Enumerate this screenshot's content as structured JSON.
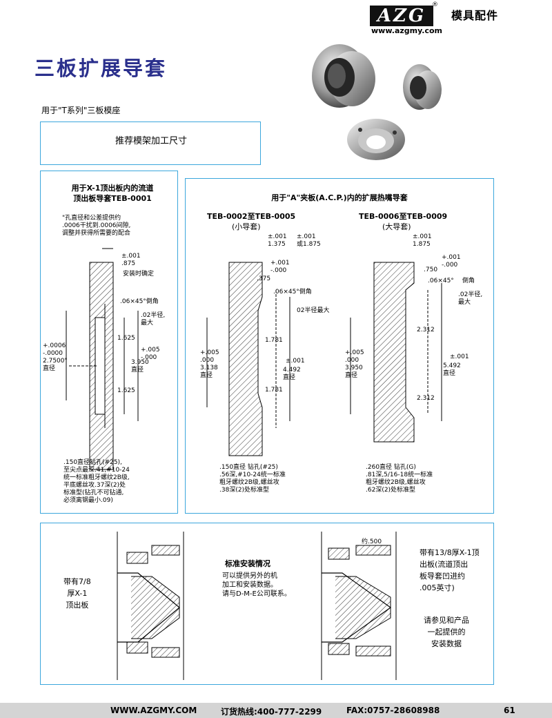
{
  "header": {
    "logo_text": "AZG",
    "registered": "®",
    "brand": "模具配件",
    "url": "www.azgmy.com"
  },
  "page_title": "三板扩展导套",
  "subtitle": "用于\"T系列\"三板模座",
  "recommend_box": "推荐模架加工尺寸",
  "panel_left": {
    "heading": "用于X-1顶出板内的流道\n顶出板导套TEB-0001",
    "note_top": "\"孔直径和公差提供约\n.0006干扰到.0006间隙,\n调整并获得所需要的配合",
    "tol1": "±.001\n.875",
    "install": "安装时确定",
    "chamfer": ".06×45°倒角",
    "radius": ".02半径,\n最大",
    "tol_dia": "+.0006\n-.0000\n2.7500\"\n直径",
    "dim_1625a": "1.625",
    "dim_1625b": "1.625",
    "tol_3950": "+.005\n-.000",
    "dia_3950": "3.950\n直径",
    "note_bottom": ".150直径钻孔(#25),\n至尖点最深.41,#10-24\n统一标准粗牙螺纹2B级,\n平底螺丝攻.37深(2)处\n标准型(钻孔不可钻通,\n必须离钢最小.09)"
  },
  "panel_right": {
    "heading": "用于\"A\"夹板(A.C.P.)内的扩展热嘴导套",
    "small": {
      "title": "TEB-0002至TEB-0005",
      "subtitle": "(小导套)",
      "tol_a": "±.001\n1.375",
      "tol_b": "±.001\n或1.875",
      "tol_c": "+.001\n-.000",
      "dim_375": ".375",
      "chamfer": ".06×45°倒角",
      "radius": "02半径最大",
      "dim_1781a": "1.781",
      "dim_1781b": "1.781",
      "tol_d": "±.001",
      "tol_left": "+.005\n.000\n3.138\n直径",
      "dia_4492": "4.492\n直径",
      "note": ".150直径 钻孔(#25)\n.56深,#10-24统一标准\n粗牙螺纹2B级,螺丝攻\n.38深(2)处标准型"
    },
    "large": {
      "title": "TEB-0006至TEB-0009",
      "subtitle": "(大导套)",
      "tol_a": "±.001\n1.875",
      "tol_c": "+.001\n-.000",
      "dim_750": ".750",
      "chamfer": ".06×45°",
      "chamfer_label": "倒角",
      "radius": ".02半径,\n最大",
      "dim_2312a": "2.312",
      "dim_2312b": "2.312",
      "tol_d": "±.001",
      "tol_left": "+.005\n.000\n3.950\n直径",
      "dia_5492": "5.492\n直径",
      "note": ".260直径 钻孔(G)\n.81深,5/16-18统一标准\n粗牙螺纹2B级,螺丝攻\n.62深(2)处标准型"
    }
  },
  "panel_bottom": {
    "left_label": "带有7/8\n厚X-1\n顶出板",
    "center_title": "标准安装情况",
    "center_text": "可以提供另外的机\n加工和安装数据。\n请与D-M-E公司联系。",
    "approx": "约.500",
    "right_label": "带有13/8厚X-1顶\n出板(流道顶出\n板导套凹进约\n.005英寸)",
    "right_note": "请参见和产品\n一起提供的\n安装数据"
  },
  "footer": {
    "website": "WWW.AZGMY.COM",
    "hotline": "订货热线:400-777-2299",
    "fax": "FAX:0757-28608988",
    "page": "61"
  },
  "colors": {
    "title": "#2a2f8c",
    "frame": "#3aa6dc",
    "footer_bg": "#d4d4d4"
  }
}
